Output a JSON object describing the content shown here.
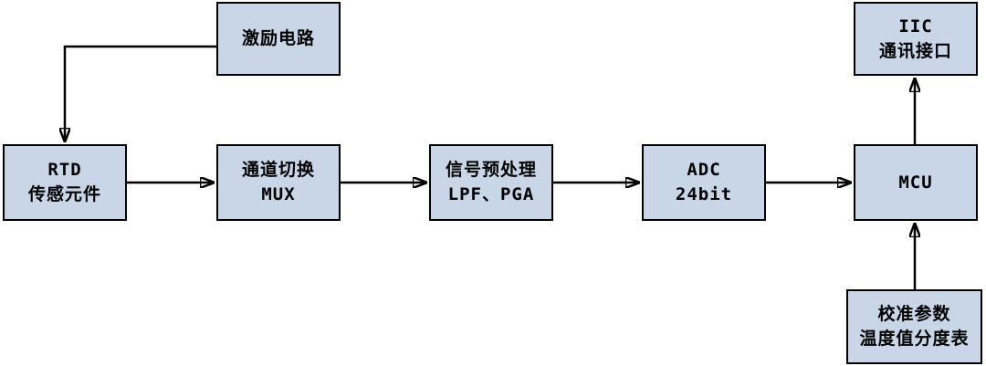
{
  "boxes": {
    "excitation": {
      "lines": [
        "激励电路"
      ]
    },
    "rtd": {
      "lines": [
        "RTD",
        "传感元件"
      ]
    },
    "mux": {
      "lines": [
        "通道切换",
        "MUX"
      ]
    },
    "preprocess": {
      "lines": [
        "信号预处理",
        "LPF、PGA"
      ]
    },
    "adc": {
      "lines": [
        "ADC",
        "24bit"
      ]
    },
    "mcu": {
      "lines": [
        "MCU"
      ]
    },
    "iic": {
      "lines": [
        "IIC",
        "通讯接口"
      ]
    },
    "calibration": {
      "lines": [
        "校准参数",
        "温度值分度表"
      ]
    }
  },
  "colors": {
    "background": "#FFFFFF",
    "box_fill": "#C9D6E7",
    "box_border": "#000000",
    "arrow": "#000000"
  }
}
